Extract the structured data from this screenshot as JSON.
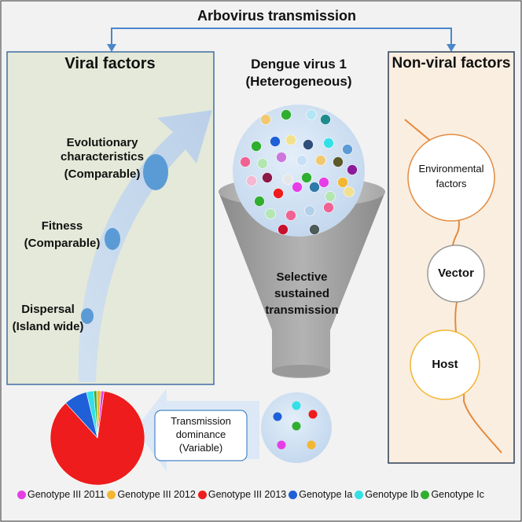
{
  "title": "Arbovirus transmission",
  "viral_panel": {
    "title": "Viral factors",
    "items": [
      {
        "label": "Evolutionary characteristics",
        "sublabel": "(Comparable)"
      },
      {
        "label": "Fitness",
        "sublabel": "(Comparable)"
      },
      {
        "label": "Dispersal",
        "sublabel": "(Island wide)"
      }
    ]
  },
  "center": {
    "title_line1": "Dengue virus 1",
    "title_line2": "(Heterogeneous)",
    "funnel_line1": "Selective",
    "funnel_line2": "sustained",
    "funnel_line3": "transmission"
  },
  "nonviral_panel": {
    "title": "Non-viral factors",
    "items": [
      {
        "line1": "Environmental",
        "line2": "factors"
      },
      {
        "line1": "Vector",
        "line2": ""
      },
      {
        "line1": "Host",
        "line2": ""
      }
    ]
  },
  "dominance_box": {
    "line1": "Transmission",
    "line2": "dominance",
    "line3": "(Variable)"
  },
  "legend": [
    {
      "label": "Genotype III 2011",
      "color": "#e63ee6"
    },
    {
      "label": "Genotype III 2012",
      "color": "#f2b632"
    },
    {
      "label": "Genotype III 2013",
      "color": "#ee1c1c"
    },
    {
      "label": "Genotype Ia",
      "color": "#1f5fd8"
    },
    {
      "label": "Genotype Ib",
      "color": "#33e0e6"
    },
    {
      "label": "Genotype Ic",
      "color": "#2fae2f"
    }
  ],
  "chart_data": {
    "type": "pie",
    "slices": [
      {
        "label": "Genotype III 2013",
        "value": 86,
        "color": "#ee1c1c"
      },
      {
        "label": "Genotype Ia",
        "value": 8,
        "color": "#1f5fd8"
      },
      {
        "label": "Genotype Ib",
        "value": 2.5,
        "color": "#33e0e6"
      },
      {
        "label": "Genotype Ic",
        "value": 1,
        "color": "#2fae2f"
      },
      {
        "label": "Genotype III 2012",
        "value": 1.5,
        "color": "#f2b632"
      },
      {
        "label": "Genotype III 2011",
        "value": 1,
        "color": "#e63ee6"
      }
    ]
  }
}
